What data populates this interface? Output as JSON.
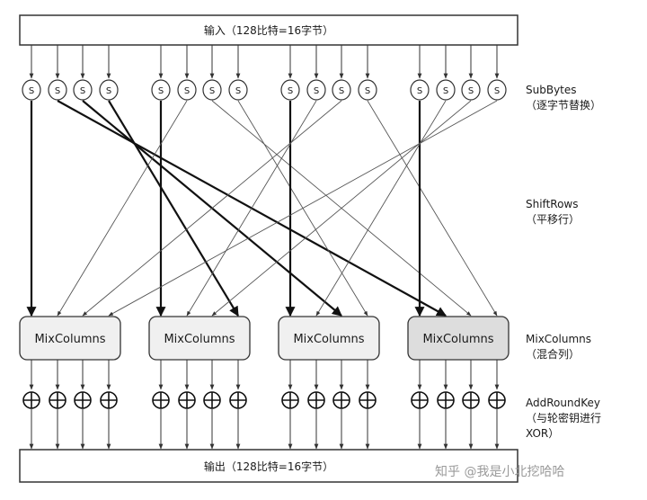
{
  "input_label": "输入（128比特=16字节）",
  "output_label": "输出（128比特=16字节）",
  "sbox_symbol": "S",
  "mix_label": "MixColumns",
  "stages": {
    "subbytes": {
      "name": "SubBytes",
      "desc": "（逐字节替换）"
    },
    "shiftrows": {
      "name": "ShiftRows",
      "desc": "（平移行）"
    },
    "mixcolumns": {
      "name": "MixColumns",
      "desc": "（混合列）"
    },
    "addroundkey": {
      "name": "AddRoundKey",
      "desc1": "（与轮密钥进行",
      "desc2": "XOR）"
    }
  },
  "watermark": "知乎 @我是小北挖哈哈",
  "colors": {
    "line": "#333333",
    "box_fill": "#ffffff",
    "mix_fill": "#f0f0f0",
    "mix_fill_last": "#dddddd"
  }
}
